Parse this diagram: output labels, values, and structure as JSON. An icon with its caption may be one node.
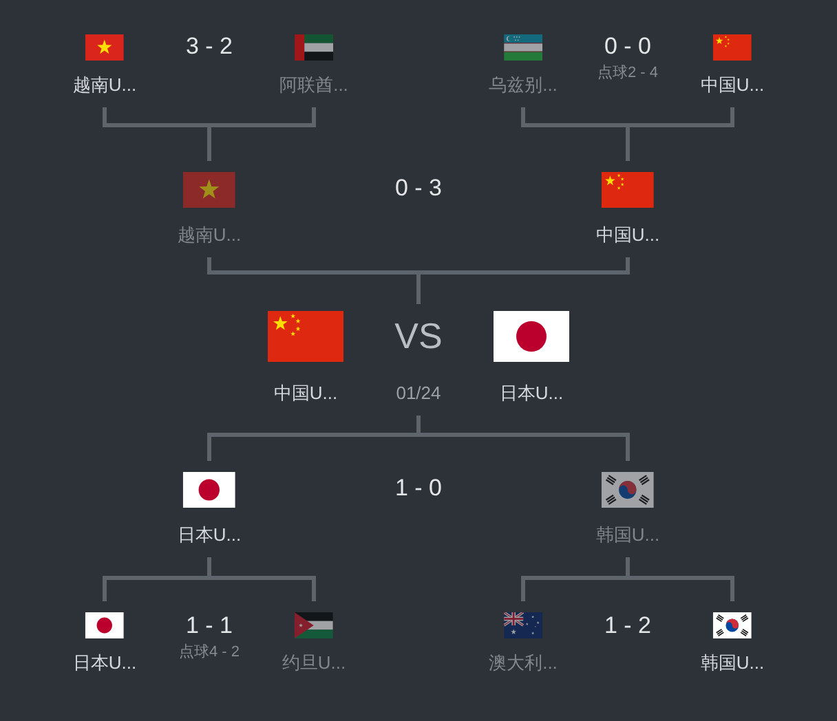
{
  "diagram": {
    "nodes": [
      {
        "text": [
          "越南U..."
        ]
      },
      {
        "text": [
          "阿联酋..."
        ]
      },
      {
        "text": [
          "乌兹别..."
        ]
      },
      {
        "text": [
          "中国U..."
        ]
      },
      {
        "text": [
          "越南U..."
        ]
      },
      {
        "text": [
          "中国U..."
        ]
      },
      {
        "text": [
          "中国U..."
        ]
      },
      {
        "text": [
          "VS",
          "01/24"
        ]
      },
      {
        "text": [
          "日本U..."
        ]
      },
      {
        "text": [
          "日本U..."
        ]
      },
      {
        "text": [
          "韩国U..."
        ]
      },
      {
        "text": [
          "日本U..."
        ]
      },
      {
        "text": [
          "约旦U..."
        ]
      },
      {
        "text": [
          "澳大利..."
        ]
      },
      {
        "text": [
          "韩国U..."
        ]
      }
    ],
    "edges": [
      {
        "from": 0,
        "to": 4,
        "arrow": "none"
      },
      {
        "from": 1,
        "to": 4,
        "arrow": "none"
      },
      {
        "from": 2,
        "to": 5,
        "arrow": "none"
      },
      {
        "from": 3,
        "to": 5,
        "arrow": "none"
      },
      {
        "from": 4,
        "to": 7,
        "arrow": "none"
      },
      {
        "from": 5,
        "to": 7,
        "arrow": "none"
      },
      {
        "from": 9,
        "to": 7,
        "arrow": "none"
      },
      {
        "from": 10,
        "to": 7,
        "arrow": "none"
      },
      {
        "from": 11,
        "to": 9,
        "arrow": "none"
      },
      {
        "from": 12,
        "to": 9,
        "arrow": "none"
      },
      {
        "from": 13,
        "to": 10,
        "arrow": "none"
      },
      {
        "from": 14,
        "to": 10,
        "arrow": "none"
      }
    ],
    "labels": [
      "3 - 2",
      "0 - 0",
      "点球2 - 4",
      "0 - 3",
      "1 - 0",
      "1 - 1",
      "点球4 - 2",
      "1 - 2"
    ]
  }
}
